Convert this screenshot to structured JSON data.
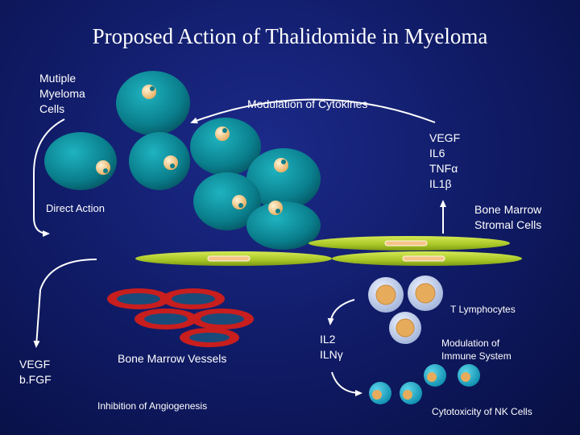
{
  "title": "Proposed Action of Thalidomide in Myeloma",
  "labels": {
    "myeloma_line1": "Mutiple",
    "myeloma_line2": "Myeloma",
    "myeloma_line3": "Cells",
    "modulation_cytokines": "Modulation of Cytokines",
    "cytokine_vegf": "VEGF",
    "cytokine_il6": "IL6",
    "cytokine_tnfa": "TNFα",
    "cytokine_il1b": "IL1β",
    "direct_action": "Direct Action",
    "stromal_line1": "Bone Marrow",
    "stromal_line2": "Stromal Cells",
    "t_lymphocytes": "T Lymphocytes",
    "il2": "IL2",
    "ilng": "ILNγ",
    "immune_line1": "Modulation of",
    "immune_line2": "Immune System",
    "vegf_left": "VEGF",
    "bfgf_left": "b.FGF",
    "bone_marrow_vessels": "Bone Marrow Vessels",
    "inhibition_angiogenesis": "Inhibition of Angiogenesis",
    "cytotoxicity_nk": "Cytotoxicity of NK Cells"
  },
  "colors": {
    "background": "#0f1a63",
    "myeloma_cell": "#0a7e8c",
    "myeloma_nucleus": "#f2c27a",
    "stromal_cell": "#a8c626",
    "vessel_outer": "#c81e1e",
    "vessel_inner": "#1a4a7a",
    "t_cell_outer": "#b9c8e6",
    "t_cell_inner": "#e6ac5c",
    "nk_cell": "#1aa7c4",
    "text": "#ffffff"
  }
}
